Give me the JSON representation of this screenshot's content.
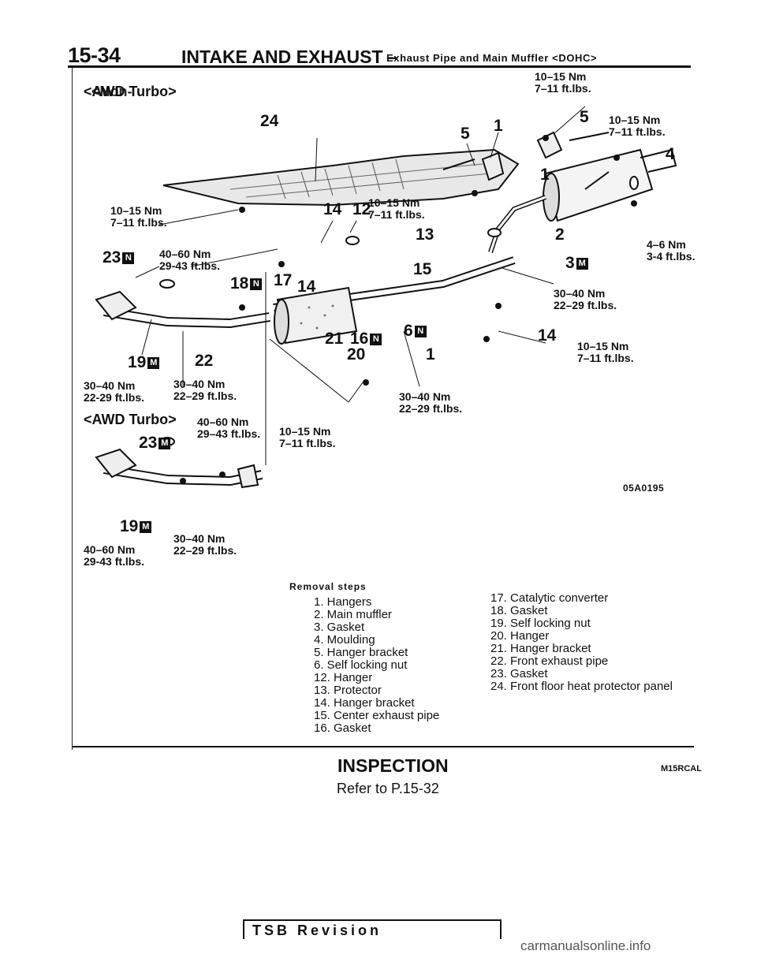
{
  "header": {
    "page_number": "15-34",
    "section_title": "INTAKE AND EXHAUST –",
    "subtitle": "Exhaust Pipe and Main Muffler <DOHC>"
  },
  "diagram": {
    "variant_top": "<AWD Turbo>",
    "variant_top_overlap": "<Non-",
    "variant_bottom": "<AWD Turbo>",
    "figure_code": "05A0195",
    "torque_labels": [
      "10–15 Nm|7–11 ft.lbs.",
      "10–15 Nm|7–11 ft.lbs.",
      "10–15 Nm|7–11 ft.lbs.",
      "10–15 Nm|7–11 ft.lbs.",
      "4–6 Nm|3-4 ft.lbs.",
      "40–60 Nm|29-43 ft.lbs.",
      "30–40 Nm|22–29 ft.lbs.",
      "10–15 Nm|7–11 ft.lbs.",
      "30–40 Nm|22-29 ft.lbs.",
      "30–40 Nm|22–29 ft.lbs.",
      "30–40 Nm|22–29 ft.lbs.",
      "10–15 Nm|7–11 ft.lbs.",
      "40–60 Nm|29–43 ft.lbs.",
      "30–40 Nm|22–29 ft.lbs.",
      "40–60 Nm|29-43 ft.lbs."
    ],
    "callouts": [
      "24",
      "5",
      "1",
      "5",
      "4",
      "1",
      "14",
      "12",
      "13",
      "2",
      "23",
      "3",
      "18",
      "17",
      "14",
      "15",
      "21",
      "16",
      "6",
      "14",
      "19",
      "22",
      "20",
      "1",
      "23",
      "19"
    ],
    "badge_letters": {
      "n": "N",
      "m": "M"
    }
  },
  "removal": {
    "heading": "Removal steps",
    "col1": [
      "1. Hangers",
      "2. Main muffler",
      "3. Gasket",
      "4. Moulding",
      "5. Hanger bracket",
      "6. Self locking nut",
      "12. Hanger",
      "13. Protector",
      "14. Hanger bracket",
      "15. Center exhaust pipe",
      "16. Gasket"
    ],
    "col2": [
      "17. Catalytic converter",
      "18. Gasket",
      "19. Self locking nut",
      "20. Hanger",
      "21. Hanger bracket",
      "22. Front exhaust pipe",
      "23. Gasket",
      "24. Front floor heat protector panel"
    ]
  },
  "inspection": {
    "heading": "INSPECTION",
    "code": "M15RCAL",
    "reference": "Refer to P.15-32"
  },
  "footer": {
    "tsb": "TSB Revision",
    "watermark": "carmanualsonline.info"
  }
}
